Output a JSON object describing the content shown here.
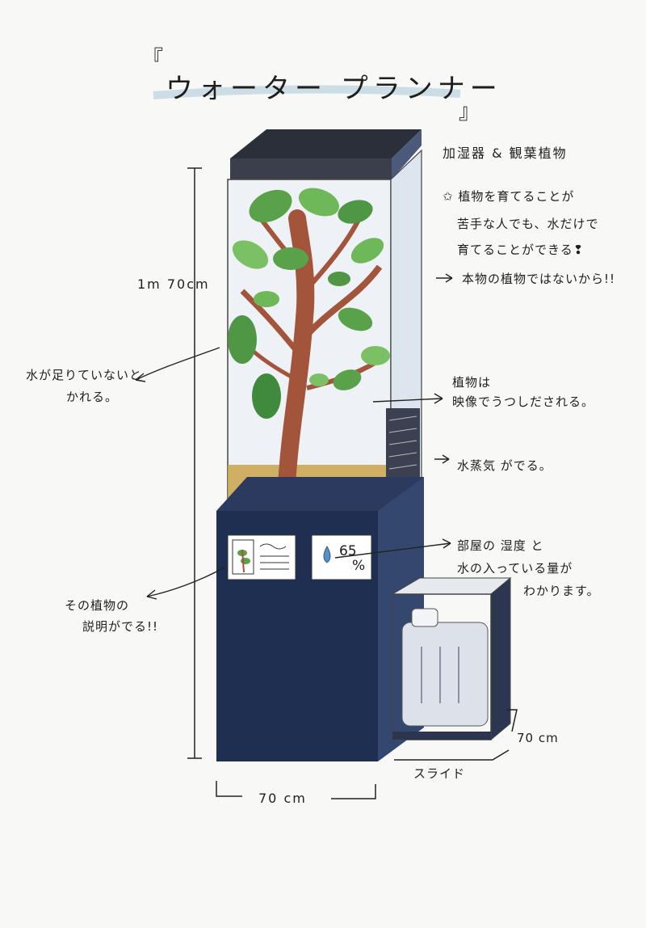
{
  "title": "ウォーター プランナー",
  "bracket_open": "『",
  "bracket_close": "』",
  "subtitle": "加湿器 & 観葉植物",
  "feature_lines": [
    "✩ 植物を育てることが",
    "苦手な人でも、水だけで",
    "育てることができる❢"
  ],
  "reason": "本物の植物ではないから!!",
  "wilt_note": [
    "水が足りていないと",
    "かれる。"
  ],
  "video_note": [
    "植物は",
    "映像でうつしだされる。"
  ],
  "steam_note": "水蒸気 がでる。",
  "humidity_note": [
    "部屋の 湿度 と",
    "水の入っている量が",
    "わかります。"
  ],
  "explain_note": [
    "その植物の",
    "説明がでる!!"
  ],
  "height_label": "1m 70cm",
  "width_label": "70 cm",
  "depth_label": "70 cm",
  "slide_label": "スライド",
  "humidity_value": "65",
  "humidity_unit": "%",
  "colors": {
    "cabinet": "#1f2f52",
    "glass": "#eef2f6",
    "leaf": "#5aa24a",
    "trunk": "#a2553a",
    "soil": "#c9a34a"
  }
}
